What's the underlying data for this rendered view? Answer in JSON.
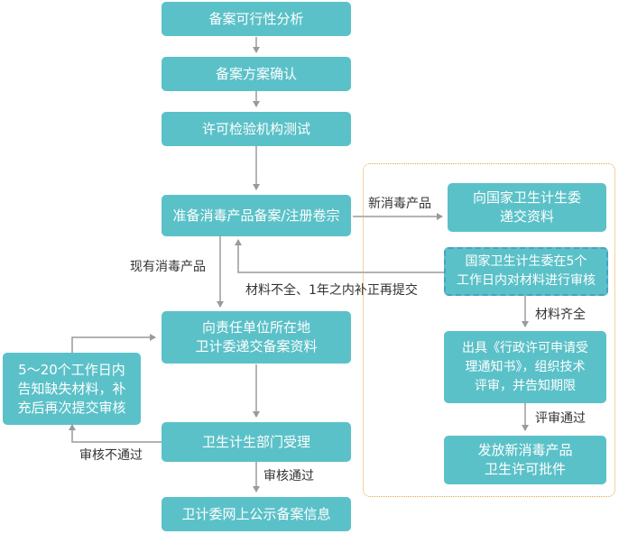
{
  "nodes": {
    "feasibility": "备案可行性分析",
    "plan_confirm": "备案方案确认",
    "lab_test": "许可检验机构测试",
    "prepare": "准备消毒产品备案/注册卷宗",
    "submit_local": [
      "向责任单位所在地",
      "卫计委递交备案资料"
    ],
    "notify_missing": [
      "5～20个工作日内",
      "告知缺失材料，补",
      "充后再次提交审核"
    ],
    "dept_accept": "卫生计生部门受理",
    "publish": "卫计委网上公示备案信息",
    "submit_nhfpc": [
      "向国家卫生计生委",
      "递交资料"
    ],
    "nhfpc_review": [
      "国家卫生计生委在5个",
      "工作日内对材料进行审核"
    ],
    "issue_notice": [
      "出具《行政许可申请受",
      "理通知书》，组织技术",
      "评审，并告知期限"
    ],
    "issue_approval": [
      "发放新消毒产品",
      "卫生许可批件"
    ]
  },
  "edge_labels": {
    "new_product": "新消毒产品",
    "existing_product": "现有消毒产品",
    "incomplete": "材料不全、1年之内补正再提交",
    "complete": "材料齐全",
    "review_pass": "评审通过",
    "audit_fail": "审核不通过",
    "audit_pass": "审核通过"
  },
  "colors": {
    "box_fill": "#5bc1c8",
    "box_text": "#ffffff",
    "arrow": "#9a9a9a",
    "region_border": "#e8a53c",
    "dashed_border": "#4a9fc4"
  }
}
